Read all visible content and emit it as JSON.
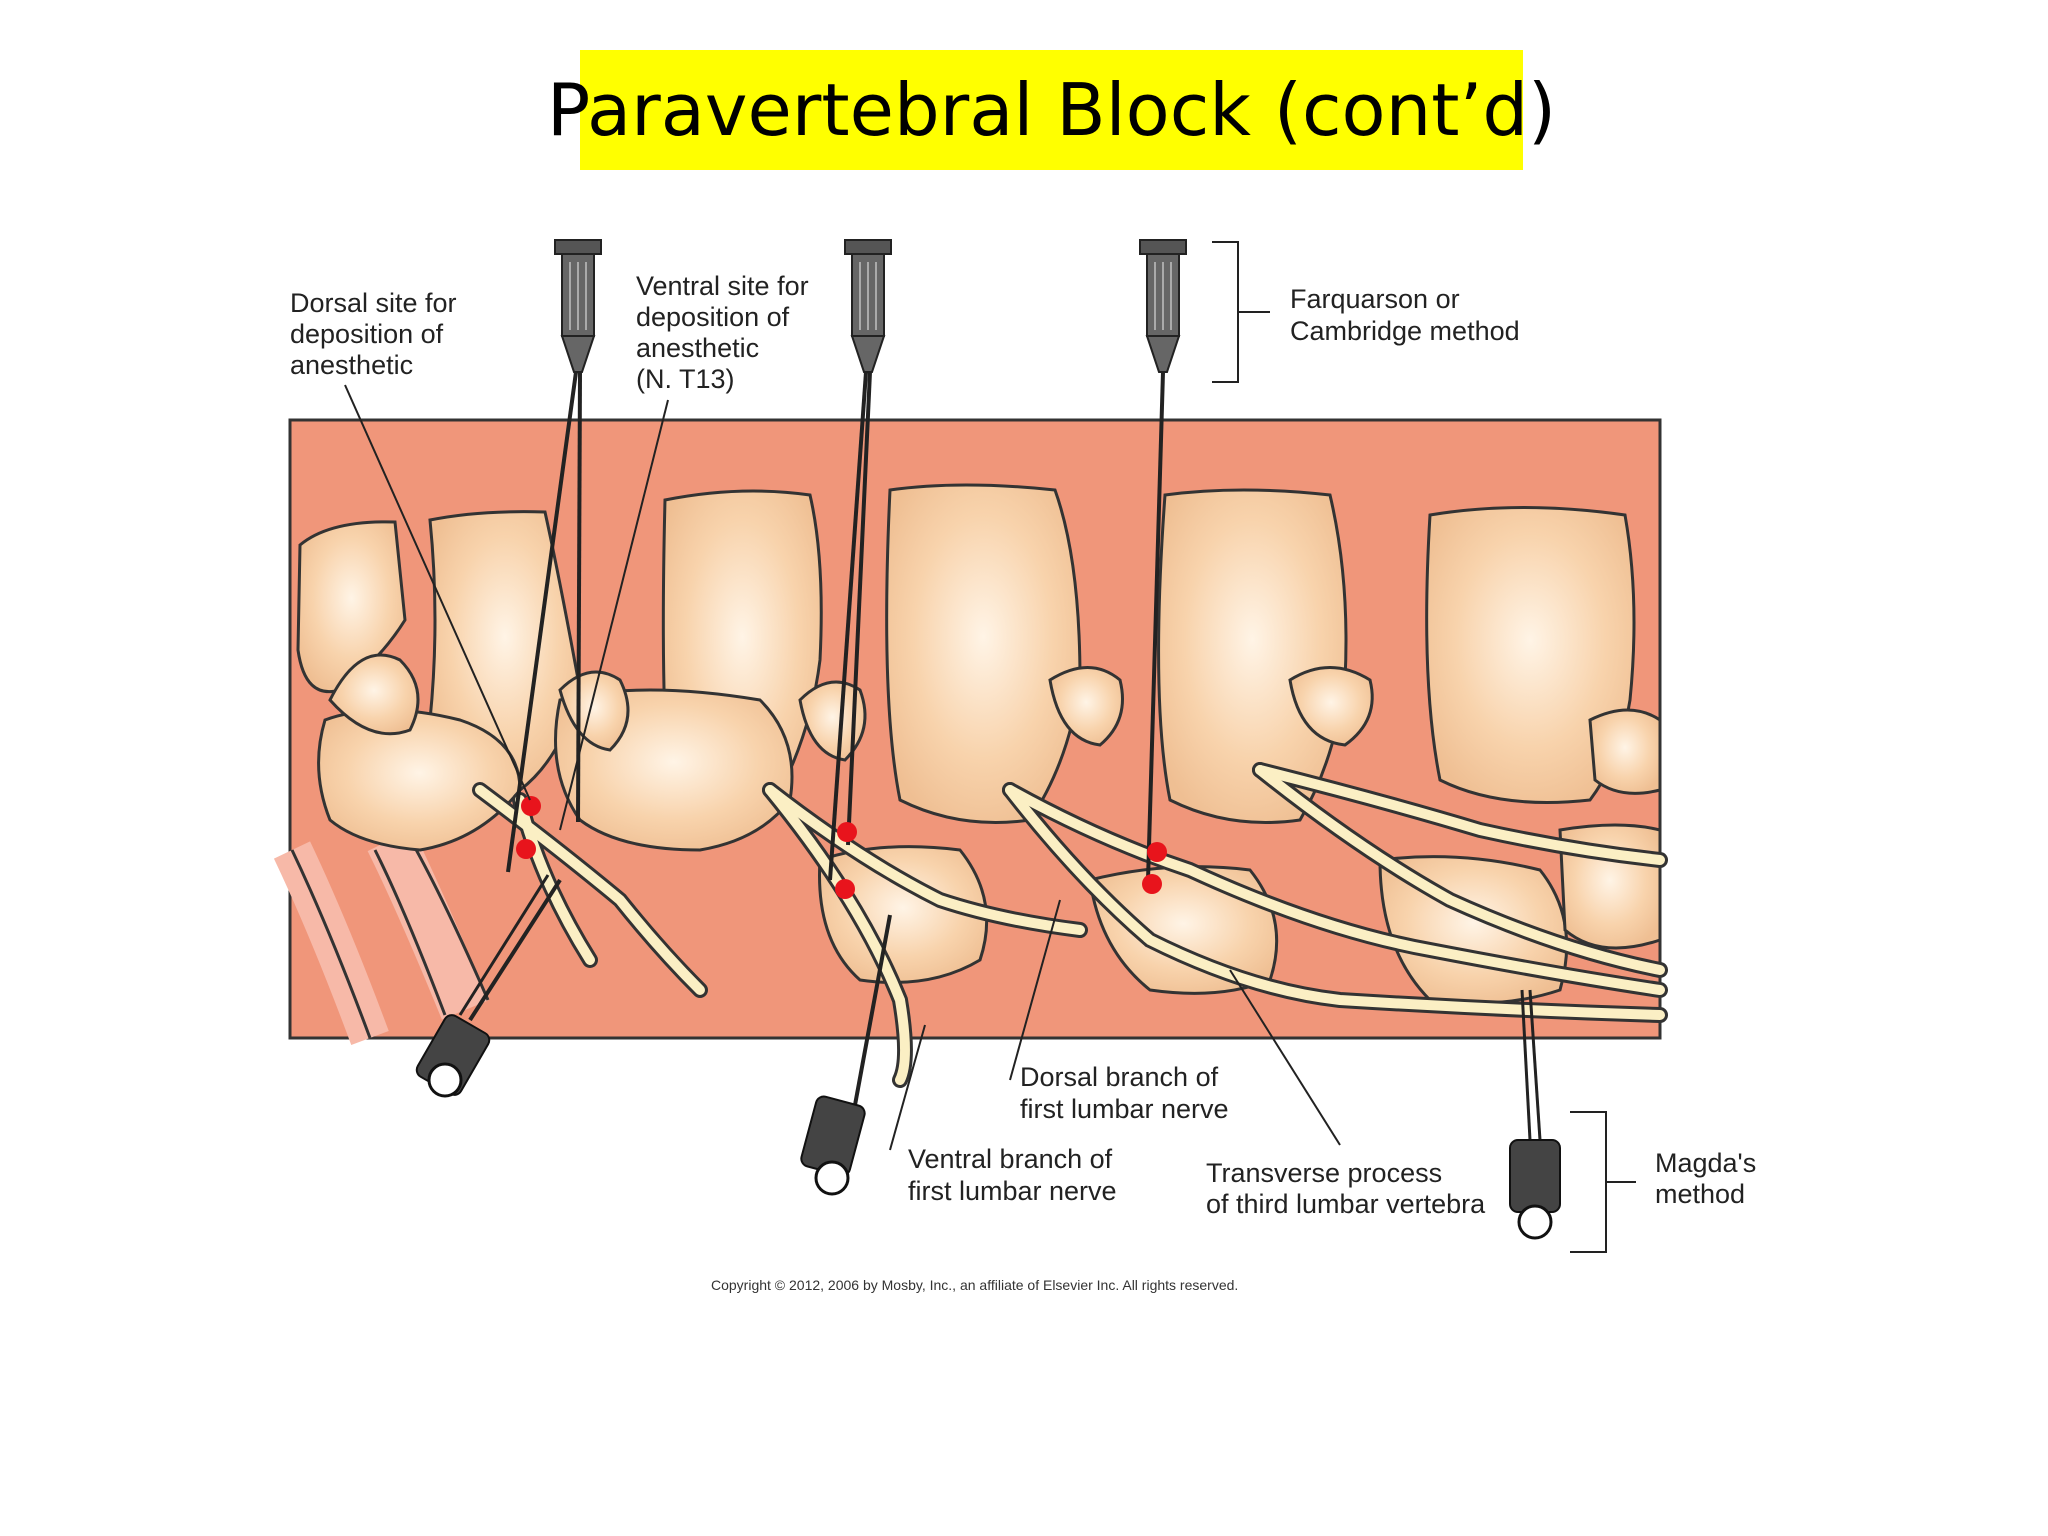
{
  "slide": {
    "title": "Paravertebral Block (cont’d)"
  },
  "labels": {
    "dorsal_site": [
      "Dorsal site for",
      "deposition of",
      "anesthetic"
    ],
    "ventral_site": [
      "Ventral site for",
      "deposition of",
      "anesthetic",
      "(N. T13)"
    ],
    "farquarson": [
      "Farquarson or",
      "Cambridge method"
    ],
    "dorsal_branch": [
      "Dorsal branch of",
      "first lumbar nerve"
    ],
    "ventral_branch": [
      "Ventral branch of",
      "first lumbar nerve"
    ],
    "transverse": [
      "Transverse process",
      "of third lumbar vertebra"
    ],
    "magda": [
      "Magda's",
      "method"
    ]
  },
  "copyright": "Copyright © 2012, 2006 by Mosby, Inc., an affiliate of Elsevier Inc. All rights reserved.",
  "colors": {
    "title_bg": "#ffff00",
    "tissue": "#f0967a",
    "bone": "#f8d3ac",
    "nerve": "#fbefc4",
    "injection_site": "#e8141c"
  }
}
